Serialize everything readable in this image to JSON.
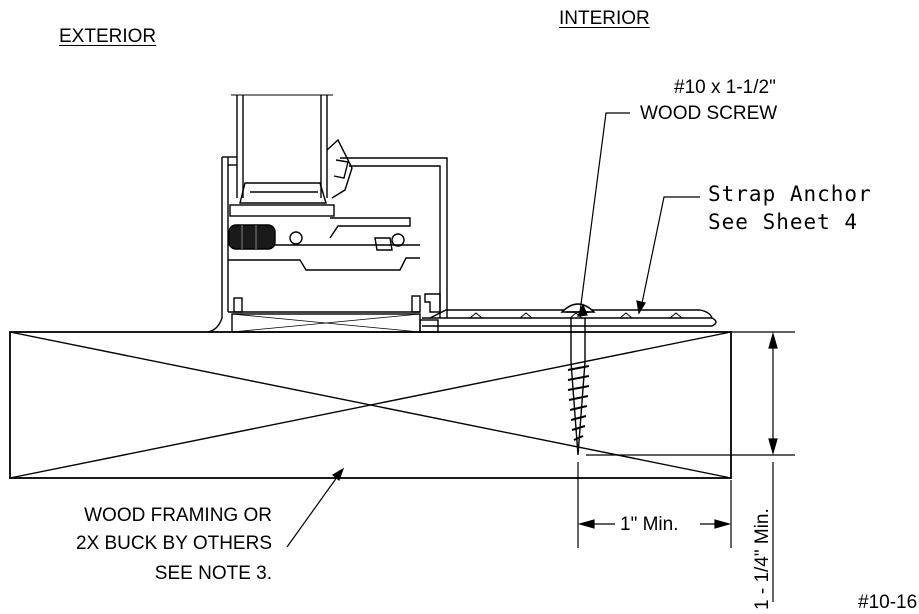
{
  "labels": {
    "exterior": "EXTERIOR",
    "interior": "INTERIOR",
    "screw_line1": "#10 x 1-1/2\"",
    "screw_line2": "WOOD SCREW",
    "strap_line1": "Strap Anchor",
    "strap_line2": "See Sheet 4",
    "framing_line1": "WOOD FRAMING OR",
    "framing_line2": "2X BUCK BY OTHERS",
    "framing_line3": "SEE NOTE 3.",
    "edge_distance": "1\" Min.",
    "embedment": "1 - 1/4\" Min.",
    "sheet_ref": "#10-16"
  }
}
